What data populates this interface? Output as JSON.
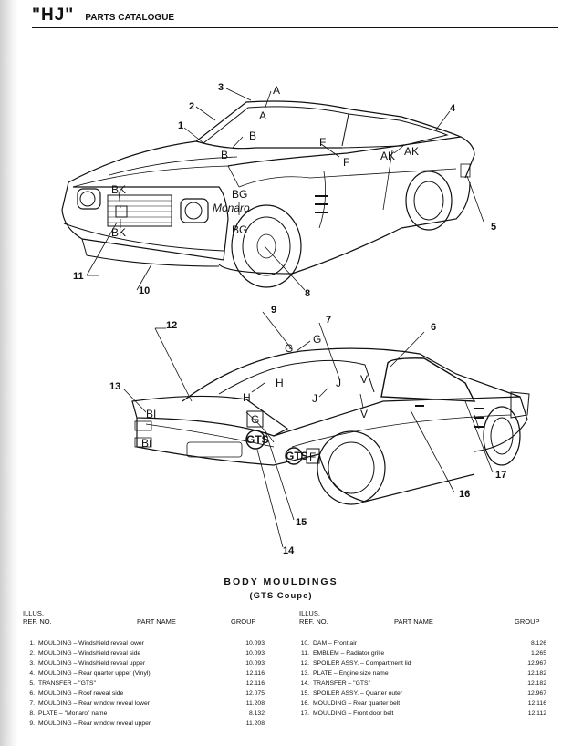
{
  "header": {
    "code": "\"HJ\"",
    "title": "PARTS CATALOGUE"
  },
  "section": {
    "title": "BODY MOULDINGS",
    "subtitle": "(GTS Coupe)"
  },
  "table_headers": {
    "illus": "ILLUS.",
    "ref_no": "REF. NO.",
    "part_name": "PART NAME",
    "group": "GROUP"
  },
  "callouts_top": [
    "1",
    "2",
    "3",
    "4",
    "5",
    "8",
    "10",
    "11"
  ],
  "callouts_bottom": [
    "6",
    "7",
    "9",
    "12",
    "13",
    "14",
    "15",
    "16",
    "17"
  ],
  "panel_letters_top": [
    "A",
    "A",
    "B",
    "B",
    "F",
    "F",
    "AK",
    "AK",
    "BK",
    "BK",
    "BG",
    "BG"
  ],
  "panel_letters_bottom": [
    "G",
    "G",
    "H",
    "H",
    "J",
    "J",
    "V",
    "V",
    "BI",
    "BI",
    "G",
    "F"
  ],
  "emblem_texts": {
    "monaro_script": "Monaro",
    "gts_badge": "GTS"
  },
  "parts_left": [
    {
      "ref": "1.",
      "name": "MOULDING – Windshield reveal lower",
      "group": "10.093"
    },
    {
      "ref": "2.",
      "name": "MOULDING – Windshield reveal side",
      "group": "10.093"
    },
    {
      "ref": "3.",
      "name": "MOULDING – Windshield reveal upper",
      "group": "10.093"
    },
    {
      "ref": "4.",
      "name": "MOULDING – Rear quarter upper (Vinyl)",
      "group": "12.116"
    },
    {
      "ref": "5.",
      "name": "TRANSFER – \"GTS\"",
      "group": "12.116"
    },
    {
      "ref": "6.",
      "name": "MOULDING – Roof reveal side",
      "group": "12.075"
    },
    {
      "ref": "7.",
      "name": "MOULDING – Rear window reveal lower",
      "group": "11.208"
    },
    {
      "ref": "8.",
      "name": "PLATE – \"Monaro\" name",
      "group": "8.132"
    },
    {
      "ref": "9.",
      "name": "MOULDING – Rear window reveal upper",
      "group": "11.208"
    }
  ],
  "parts_right": [
    {
      "ref": "10.",
      "name": "DAM – Front air",
      "group": "8.126"
    },
    {
      "ref": "11.",
      "name": "EMBLEM – Radiator grille",
      "group": "1.265"
    },
    {
      "ref": "12.",
      "name": "SPOILER ASSY. – Compartment lid",
      "group": "12.967"
    },
    {
      "ref": "13.",
      "name": "PLATE – Engine size name",
      "group": "12.182"
    },
    {
      "ref": "14.",
      "name": "TRANSFER – \"GTS\"",
      "group": "12.182"
    },
    {
      "ref": "15.",
      "name": "SPOILER ASSY. – Quarter outer",
      "group": "12.967"
    },
    {
      "ref": "16.",
      "name": "MOULDING – Rear quarter belt",
      "group": "12.116"
    },
    {
      "ref": "17.",
      "name": "MOULDING – Front door belt",
      "group": "12.112"
    }
  ]
}
